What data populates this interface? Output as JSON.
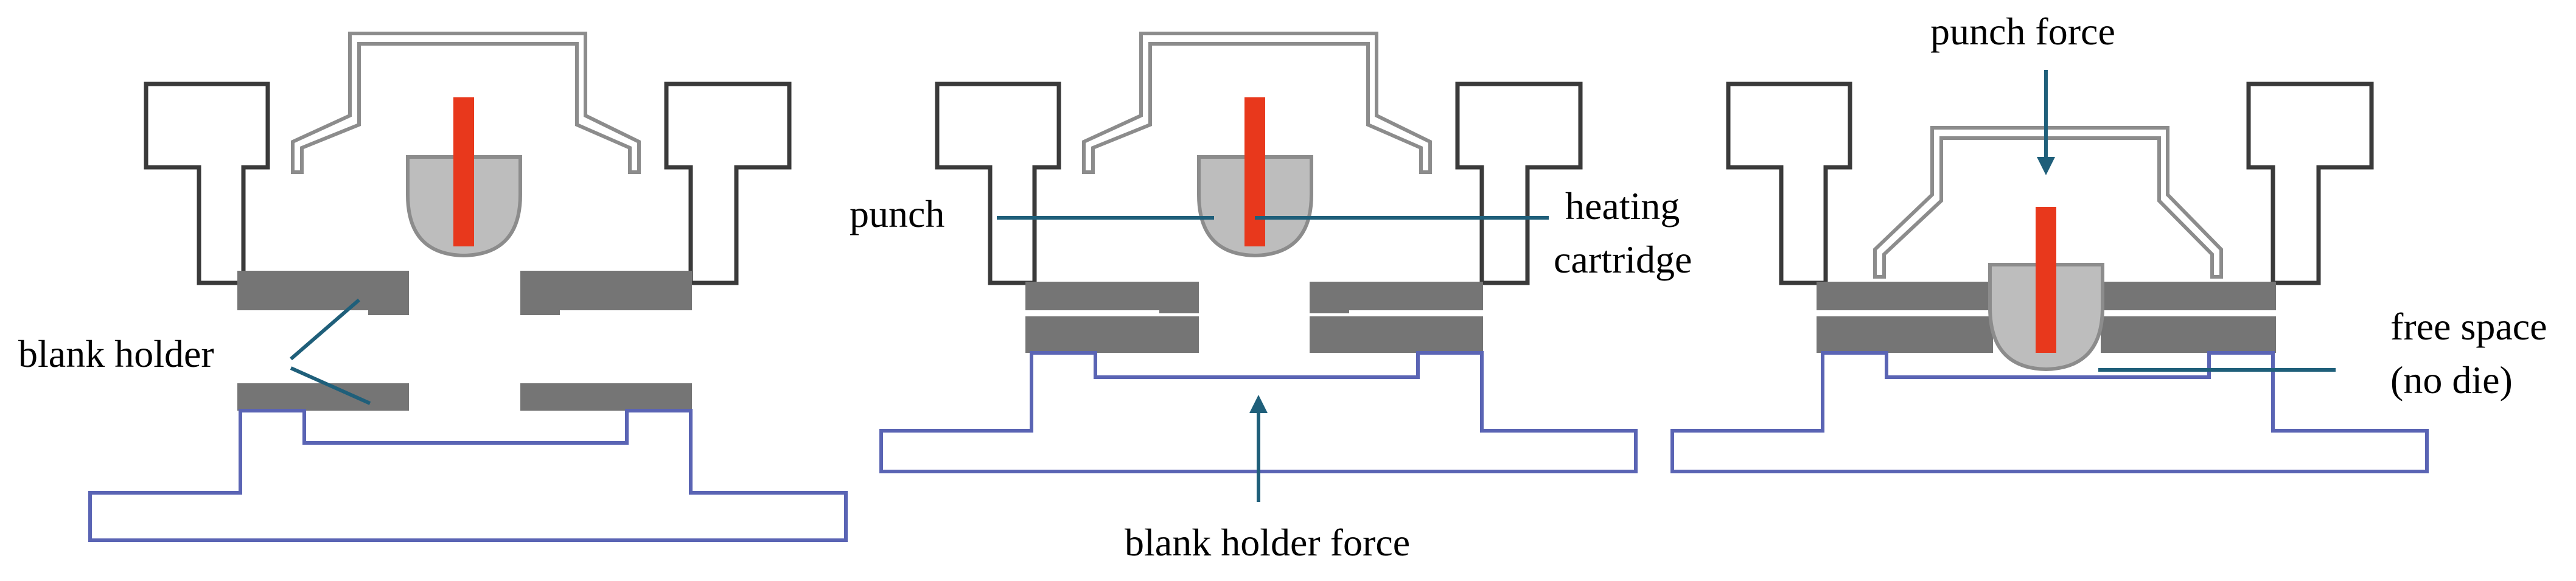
{
  "labels": {
    "blank_holder": "blank holder",
    "punch": "punch",
    "heating_cartridge_line1": "heating",
    "heating_cartridge_line2": "cartridge",
    "blank_holder_force": "blank holder force",
    "punch_force": "punch force",
    "free_space_line1": "free space",
    "free_space_line2": "(no die)"
  },
  "colors": {
    "upper_tool_outline": "#3a3a3a",
    "punch_holder_outline": "#8c8c8c",
    "punch_fill": "#bdbdbd",
    "heating_cartridge": "#e8381c",
    "blank_holder_fill": "#757575",
    "lower_tool_outline": "#5a64b4",
    "annotation_line": "#1f5f7a"
  },
  "panels": [
    {
      "stage": "open"
    },
    {
      "stage": "blank clamped"
    },
    {
      "stage": "forming"
    }
  ]
}
